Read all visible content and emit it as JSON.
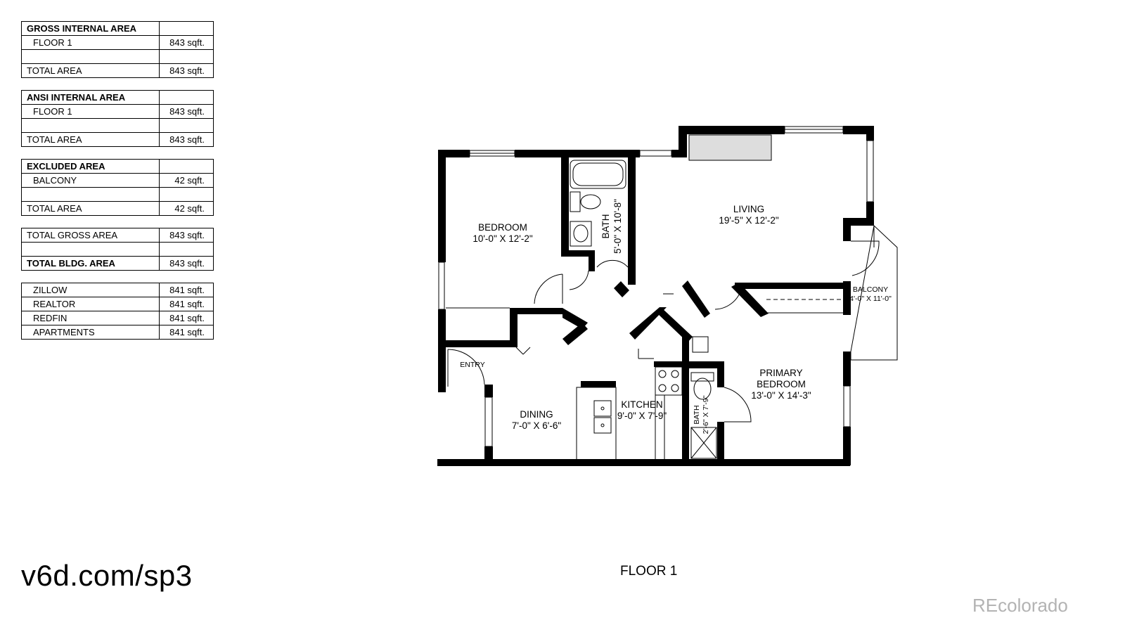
{
  "tables": [
    {
      "header": "GROSS INTERNAL AREA",
      "rows": [
        {
          "label": "FLOOR 1",
          "value": "843 sqft."
        },
        {
          "label": "",
          "value": ""
        },
        {
          "label": "TOTAL AREA",
          "value": "843 sqft."
        }
      ]
    },
    {
      "header": "ANSI INTERNAL AREA",
      "rows": [
        {
          "label": "FLOOR 1",
          "value": "843 sqft."
        },
        {
          "label": "",
          "value": ""
        },
        {
          "label": "TOTAL AREA",
          "value": "843 sqft."
        }
      ]
    },
    {
      "header": "EXCLUDED AREA",
      "rows": [
        {
          "label": "BALCONY",
          "value": "42 sqft."
        },
        {
          "label": "",
          "value": ""
        },
        {
          "label": "TOTAL AREA",
          "value": "42 sqft."
        }
      ]
    },
    {
      "rows": [
        {
          "label": "TOTAL GROSS AREA",
          "value": "843 sqft."
        },
        {
          "label": "",
          "value": ""
        },
        {
          "label": "TOTAL BLDG. AREA",
          "value": "843 sqft."
        }
      ]
    },
    {
      "rows": [
        {
          "label": "ZILLOW",
          "value": "841 sqft."
        },
        {
          "label": "REALTOR",
          "value": "841 sqft."
        },
        {
          "label": "REDFIN",
          "value": "841 sqft."
        },
        {
          "label": "APARTMENTS",
          "value": "841 sqft."
        }
      ]
    }
  ],
  "rooms": {
    "bedroom": {
      "name": "BEDROOM",
      "dims": "10'-0\" X 12'-2\""
    },
    "bath1": {
      "name": "BATH",
      "dims": "5'-0\" X 10'-8\""
    },
    "living": {
      "name": "LIVING",
      "dims": "19'-5\" X 12'-2\""
    },
    "balcony": {
      "name": "BALCONY",
      "dims": "4'-0\" X 11'-0\""
    },
    "primary_bedroom": {
      "name_line1": "PRIMARY",
      "name_line2": "BEDROOM",
      "dims": "13'-0\" X 14'-3\""
    },
    "kitchen": {
      "name": "KITCHEN",
      "dims": "9'-0\" X 7'-9\""
    },
    "dining": {
      "name": "DINING",
      "dims": "7'-0\" X 6'-6\""
    },
    "entry": {
      "name": "ENTRY"
    },
    "bath2": {
      "name": "BATH",
      "dims": "2'-6\" X 7'-9\""
    }
  },
  "floor_caption": "FLOOR 1",
  "site_url": "v6d.com/sp3",
  "watermark": "REcolorado"
}
